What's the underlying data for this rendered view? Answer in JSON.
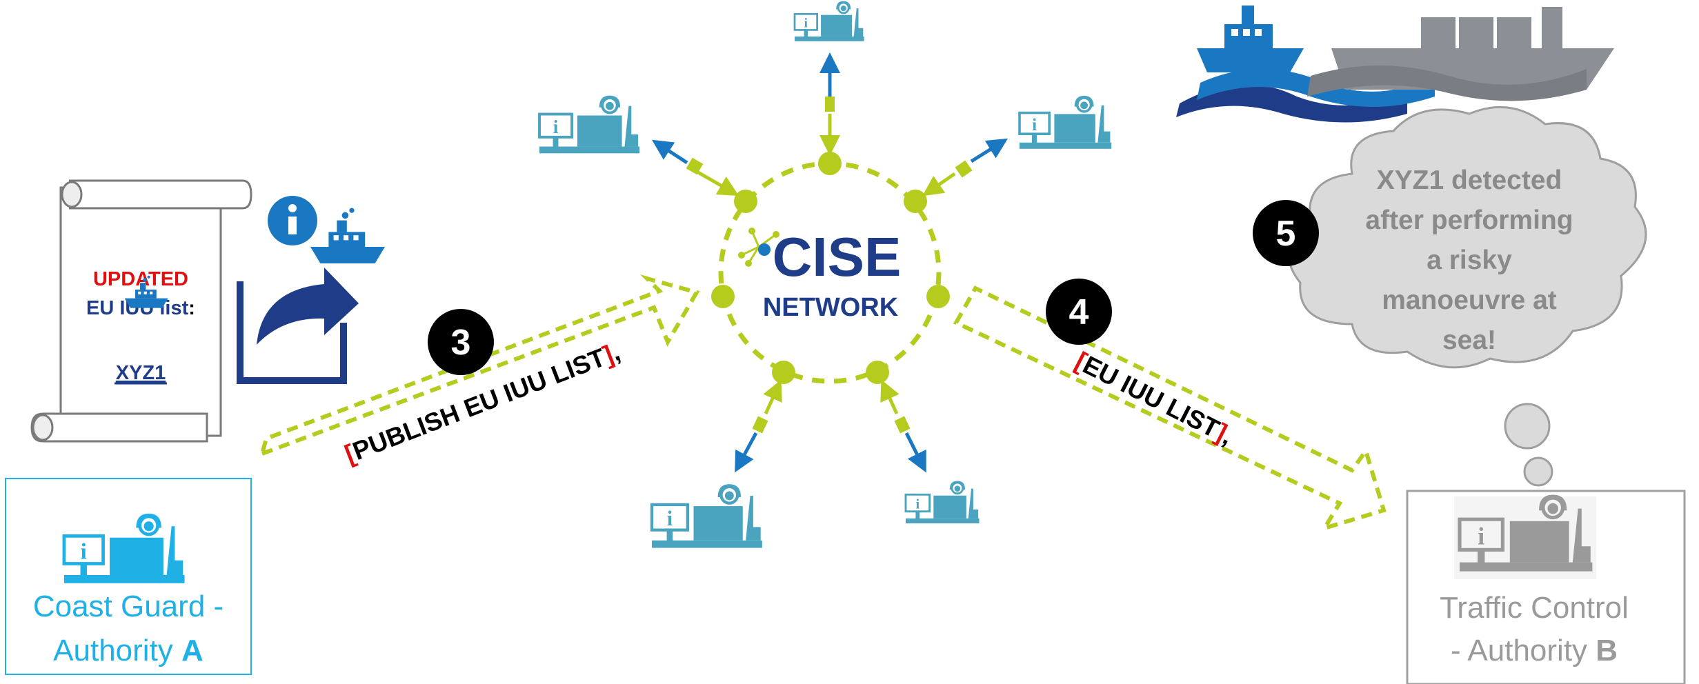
{
  "colors": {
    "lime": "#B5CC1E",
    "blue": "#1A78C2",
    "navy": "#1F3C88",
    "teal": "#4AA3BF",
    "cyan": "#1FB1E6",
    "gray": "#9A9A9A",
    "red": "#E01010",
    "black": "#000000"
  },
  "scroll": {
    "updated": "UPDATED",
    "list_label": "EU IUU list",
    "colon": ":",
    "vessel": "XYZ1"
  },
  "cise": {
    "title": "CISE",
    "subtitle": "NETWORK"
  },
  "authority_a": {
    "line1": "Coast Guard -",
    "line2_prefix": "Authority ",
    "line2_letter": "A"
  },
  "authority_b": {
    "line1": "Traffic Control",
    "line2_prefix": "- Authority ",
    "line2_letter": "B"
  },
  "step3": {
    "number": "3",
    "bracket_open": "[",
    "text": "PUBLISH EU IUU LIST",
    "bracket_close": "]",
    "comma": ","
  },
  "step4": {
    "number": "4",
    "bracket_open": "[",
    "text": "EU IUU LIST",
    "bracket_close": "]",
    "comma": ","
  },
  "step5": {
    "number": "5",
    "lines": [
      "XYZ1 detected",
      "after performing",
      "a risky",
      "manoeuvre at",
      "sea!"
    ]
  },
  "icons": {
    "info": "info-icon",
    "share": "share-icon",
    "ship": "ship-icon",
    "operator": "operator-workstation-icon"
  }
}
